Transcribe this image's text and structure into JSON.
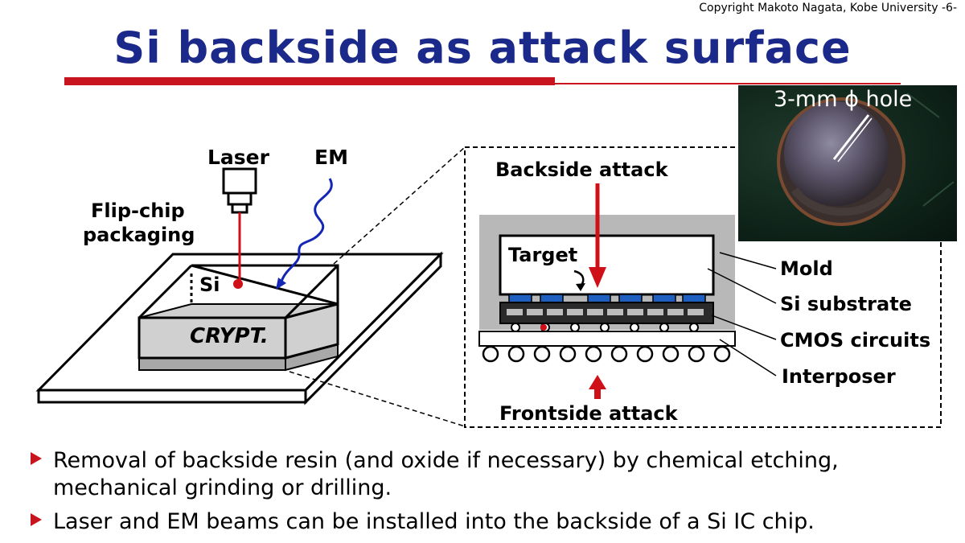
{
  "header": {
    "copyright": "Copyright Makoto Nagata, Kobe University -6-",
    "title": "Si backside as attack surface"
  },
  "left_diagram": {
    "laser_label": "Laser",
    "em_label": "EM",
    "packaging_label_line1": "Flip-chip",
    "packaging_label_line2": "packaging",
    "si_label": "Si",
    "crypt_label": "CRYPT."
  },
  "right_diagram": {
    "backside_attack": "Backside attack",
    "frontside_attack": "Frontside attack",
    "target_label": "Target",
    "mold_label": "Mold",
    "si_substrate_label": "Si substrate",
    "cmos_label": "CMOS circuits",
    "interposer_label": "Interposer"
  },
  "photo": {
    "label": "3-mm ϕ  hole"
  },
  "bullets": [
    "Removal of backside resin (and oxide if necessary) by chemical etching, mechanical grinding or drilling.",
    "Laser and EM beams can be installed into the backside of a Si IC chip."
  ],
  "colors": {
    "title": "#1b2a8a",
    "accent_red": "#c8141e",
    "em_wave": "#1426b4",
    "block_blue": "#1f5fbf"
  }
}
